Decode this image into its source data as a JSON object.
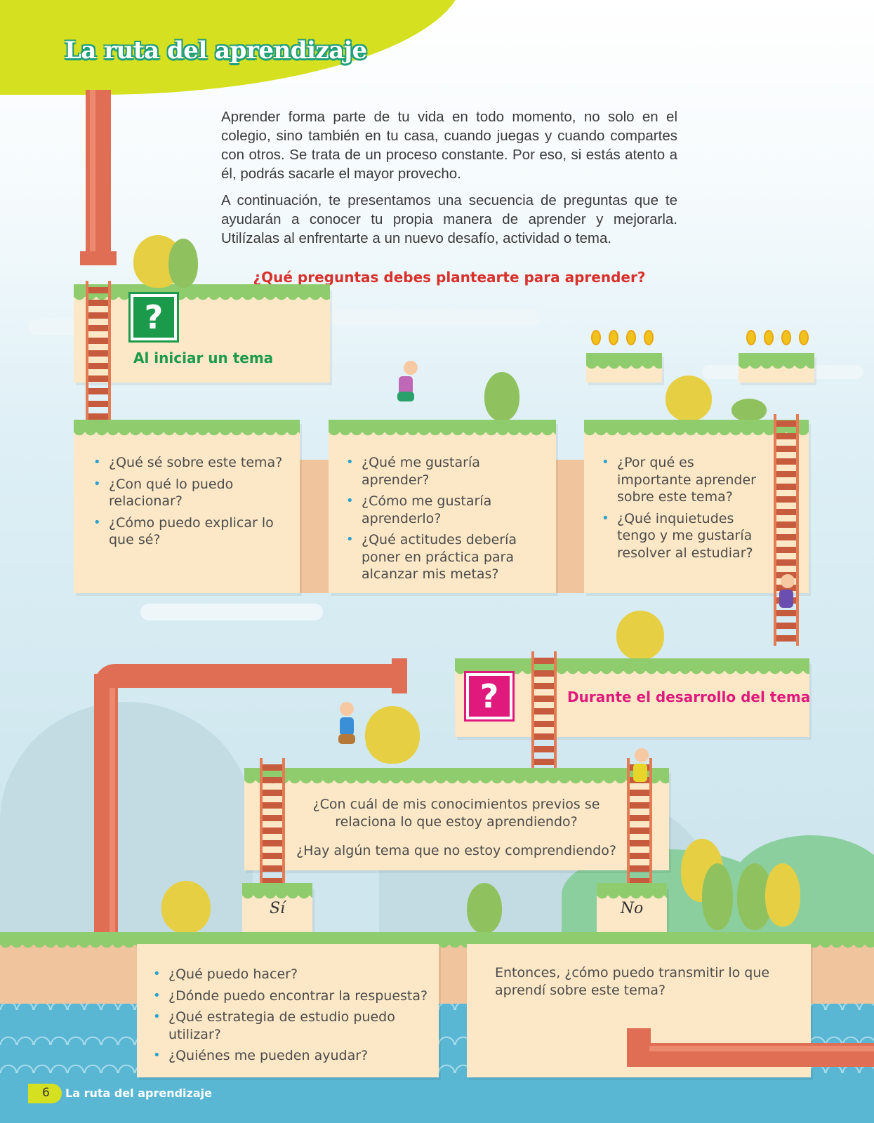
{
  "header": {
    "title": "La ruta del aprendizaje"
  },
  "intro": {
    "paragraph1": "Aprender forma parte de tu vida en todo momento, no solo en el colegio, sino también en tu casa, cuando juegas y cuando compartes con otros. Se trata de un proceso constante. Por eso, si estás atento a él, podrás sacarle el mayor provecho.",
    "paragraph2": "A continuación, te presentamos una secuencia de preguntas que te ayudarán a conocer tu propia manera de aprender y mejorarla. Utilízalas al enfrentarte a un nuevo desafío, actividad o tema."
  },
  "main_question": "¿Qué preguntas debes plantearte para aprender?",
  "stage1": {
    "title": "Al iniciar un tema",
    "icon": "question-mark-icon",
    "color": "#1a9a4a",
    "box1": [
      "¿Qué sé sobre este tema?",
      "¿Con qué lo puedo relacionar?",
      "¿Cómo puedo explicar lo que sé?"
    ],
    "box2": [
      "¿Qué me gustaría aprender?",
      "¿Cómo me gustaría aprenderlo?",
      "¿Qué actitudes debería poner en práctica para alcanzar mis metas?"
    ],
    "box3": [
      "¿Por qué es importante aprender sobre este tema?",
      "¿Qué inquietudes tengo y me gustaría resolver al estudiar?"
    ]
  },
  "stage2": {
    "title": "Durante el desarrollo del tema",
    "icon": "question-mark-icon",
    "color": "#e0197d",
    "question1": "¿Con cuál de mis conocimientos previos se relaciona lo que estoy aprendiendo?",
    "question2": "¿Hay algún tema que no estoy comprendiendo?",
    "yes_label": "Sí",
    "no_label": "No",
    "yes_list": [
      "¿Qué puedo hacer?",
      "¿Dónde puedo encontrar la respuesta?",
      "¿Qué estrategia de estudio puedo utilizar?",
      "¿Quiénes me pueden ayudar?"
    ],
    "no_text": "Entonces, ¿cómo puedo transmitir lo que aprendí sobre este tema?"
  },
  "footer": {
    "page_number": "6",
    "label": "La ruta del aprendizaje"
  },
  "colors": {
    "header_band": "#d5e021",
    "pipe": "#e06e55",
    "grass": "#8fcc6e",
    "platform": "#fce8c6",
    "main_question": "#d8312c"
  }
}
